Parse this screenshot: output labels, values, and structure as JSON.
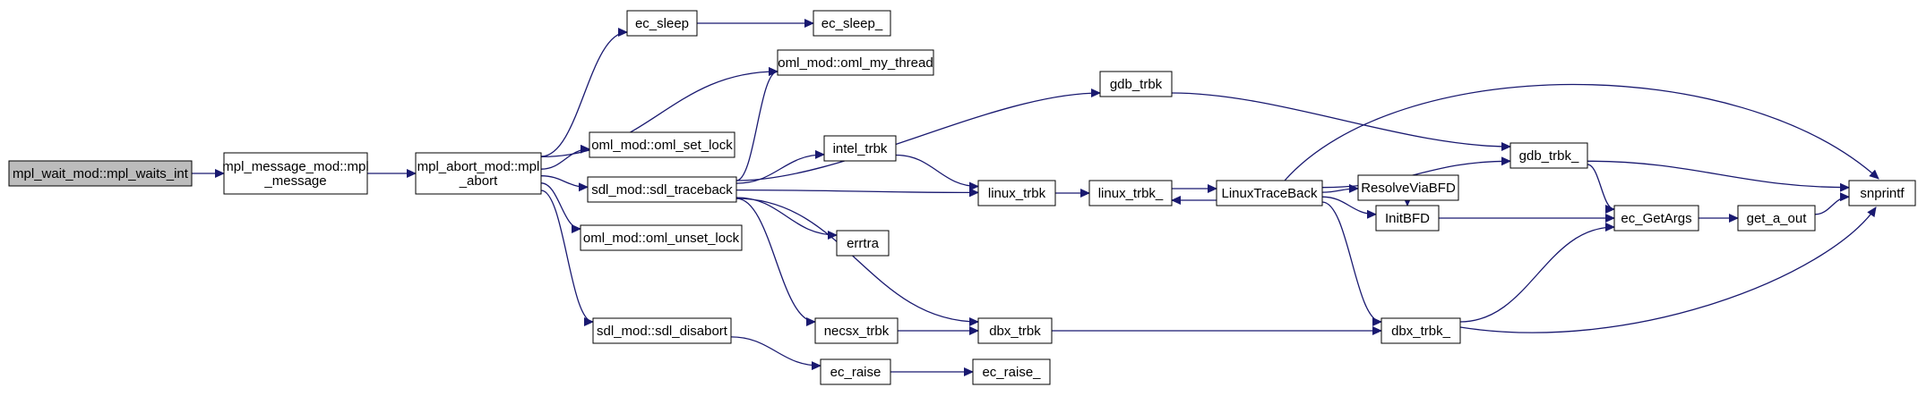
{
  "diagram": {
    "type": "call-graph",
    "direction": "left-to-right",
    "colors": {
      "background": "#ffffff",
      "node_fill": "#ffffff",
      "node_border": "#000000",
      "root_node_fill": "#bcbcbc",
      "edge": "#191970",
      "text": "#000000"
    },
    "root": "mpl_waits_int",
    "nodes": [
      {
        "id": "mpl_waits_int",
        "label": "mpl_wait_mod::mpl_waits_int",
        "highlighted": true
      },
      {
        "id": "mpl_message",
        "label": "mpl_message_mod::mpl\n_message"
      },
      {
        "id": "mpl_abort",
        "label": "mpl_abort_mod::mpl\n_abort"
      },
      {
        "id": "ec_sleep",
        "label": "ec_sleep"
      },
      {
        "id": "ec_sleep_",
        "label": "ec_sleep_"
      },
      {
        "id": "oml_my_thread",
        "label": "oml_mod::oml_my_thread"
      },
      {
        "id": "oml_set_lock",
        "label": "oml_mod::oml_set_lock"
      },
      {
        "id": "sdl_traceback",
        "label": "sdl_mod::sdl_traceback"
      },
      {
        "id": "oml_unset_lock",
        "label": "oml_mod::oml_unset_lock"
      },
      {
        "id": "sdl_disabort",
        "label": "sdl_mod::sdl_disabort"
      },
      {
        "id": "intel_trbk",
        "label": "intel_trbk"
      },
      {
        "id": "errtra",
        "label": "errtra"
      },
      {
        "id": "necsx_trbk",
        "label": "necsx_trbk"
      },
      {
        "id": "ec_raise",
        "label": "ec_raise"
      },
      {
        "id": "ec_raise_",
        "label": "ec_raise_"
      },
      {
        "id": "gdb_trbk",
        "label": "gdb_trbk"
      },
      {
        "id": "linux_trbk",
        "label": "linux_trbk"
      },
      {
        "id": "dbx_trbk",
        "label": "dbx_trbk"
      },
      {
        "id": "linux_trbk_",
        "label": "linux_trbk_"
      },
      {
        "id": "LinuxTraceBack",
        "label": "LinuxTraceBack"
      },
      {
        "id": "ResolveViaBFD",
        "label": "ResolveViaBFD"
      },
      {
        "id": "InitBFD",
        "label": "InitBFD"
      },
      {
        "id": "gdb_trbk_",
        "label": "gdb_trbk_"
      },
      {
        "id": "ec_GetArgs",
        "label": "ec_GetArgs"
      },
      {
        "id": "get_a_out",
        "label": "get_a_out"
      },
      {
        "id": "snprintf",
        "label": "snprintf"
      },
      {
        "id": "dbx_trbk_",
        "label": "dbx_trbk_"
      }
    ],
    "edges": [
      {
        "from": "mpl_waits_int",
        "to": "mpl_message"
      },
      {
        "from": "mpl_message",
        "to": "mpl_abort"
      },
      {
        "from": "mpl_abort",
        "to": "ec_sleep"
      },
      {
        "from": "mpl_abort",
        "to": "oml_my_thread"
      },
      {
        "from": "mpl_abort",
        "to": "oml_set_lock"
      },
      {
        "from": "mpl_abort",
        "to": "sdl_traceback"
      },
      {
        "from": "mpl_abort",
        "to": "oml_unset_lock"
      },
      {
        "from": "mpl_abort",
        "to": "sdl_disabort"
      },
      {
        "from": "ec_sleep",
        "to": "ec_sleep_"
      },
      {
        "from": "sdl_traceback",
        "to": "oml_my_thread"
      },
      {
        "from": "sdl_traceback",
        "to": "gdb_trbk"
      },
      {
        "from": "sdl_traceback",
        "to": "intel_trbk"
      },
      {
        "from": "sdl_traceback",
        "to": "linux_trbk"
      },
      {
        "from": "sdl_traceback",
        "to": "errtra"
      },
      {
        "from": "sdl_traceback",
        "to": "necsx_trbk"
      },
      {
        "from": "sdl_traceback",
        "to": "dbx_trbk"
      },
      {
        "from": "intel_trbk",
        "to": "linux_trbk"
      },
      {
        "from": "linux_trbk",
        "to": "linux_trbk_"
      },
      {
        "from": "linux_trbk_",
        "to": "LinuxTraceBack"
      },
      {
        "from": "LinuxTraceBack",
        "to": "linux_trbk_"
      },
      {
        "from": "LinuxTraceBack",
        "to": "ResolveViaBFD"
      },
      {
        "from": "LinuxTraceBack",
        "to": "InitBFD"
      },
      {
        "from": "LinuxTraceBack",
        "to": "gdb_trbk_"
      },
      {
        "from": "LinuxTraceBack",
        "to": "dbx_trbk_"
      },
      {
        "from": "LinuxTraceBack",
        "to": "snprintf"
      },
      {
        "from": "ResolveViaBFD",
        "to": "InitBFD"
      },
      {
        "from": "InitBFD",
        "to": "ec_GetArgs"
      },
      {
        "from": "gdb_trbk",
        "to": "gdb_trbk_"
      },
      {
        "from": "gdb_trbk_",
        "to": "ec_GetArgs"
      },
      {
        "from": "gdb_trbk_",
        "to": "snprintf"
      },
      {
        "from": "ec_GetArgs",
        "to": "get_a_out"
      },
      {
        "from": "get_a_out",
        "to": "snprintf"
      },
      {
        "from": "necsx_trbk",
        "to": "dbx_trbk"
      },
      {
        "from": "dbx_trbk",
        "to": "dbx_trbk_"
      },
      {
        "from": "dbx_trbk_",
        "to": "ec_GetArgs"
      },
      {
        "from": "dbx_trbk_",
        "to": "snprintf"
      },
      {
        "from": "sdl_disabort",
        "to": "ec_raise"
      },
      {
        "from": "ec_raise",
        "to": "ec_raise_"
      }
    ]
  }
}
